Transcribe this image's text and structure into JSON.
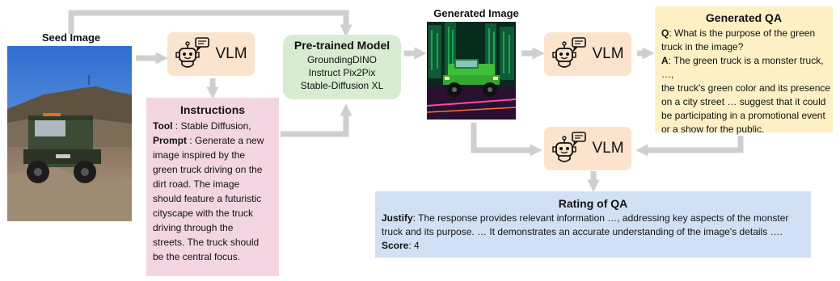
{
  "seed_image": {
    "title": "Seed Image"
  },
  "generated_image": {
    "title": "Generated Image"
  },
  "vlm": {
    "label": "VLM"
  },
  "instructions": {
    "title": "Instructions",
    "tool_key": "Tool",
    "tool_value": " : Stable Diffusion,",
    "prompt_key": "Prompt",
    "prompt_lines": [
      " : Generate a new",
      "image inspired by the",
      "green truck driving on the",
      "dirt road. The image",
      "should feature a futuristic",
      "cityscape with the truck",
      "driving through the",
      "streets. The truck should",
      "be the central focus."
    ]
  },
  "pretrained": {
    "title": "Pre-trained Model",
    "models": [
      "GroundingDINO",
      "Instruct Pix2Pix",
      "Stable-Diffusion XL"
    ]
  },
  "generated_qa": {
    "title": "Generated QA",
    "q_key": "Q",
    "q_lines": [
      ": What is the purpose of the green",
      "truck in the image?"
    ],
    "a_key": "A",
    "a_lines": [
      ": The green truck is a monster truck, …,",
      "the truck's green color and its presence",
      "on a city street … suggest that it could",
      "be participating in a promotional event",
      "or a show for the public."
    ]
  },
  "rating": {
    "title": "Rating of QA",
    "justify_key": "Justify",
    "justify_lines": [
      ": The response provides relevant information …, addressing key aspects of the monster",
      "truck and its purpose. … It demonstrates an accurate understanding of the image's details …."
    ],
    "score_key": "Score",
    "score_value": ": 4"
  },
  "colors": {
    "arrow": "#cfcfcf",
    "vlm_bg": "#fbe3cc",
    "instructions_bg": "#f3d6e2",
    "pretrained_bg": "#d7ecd0",
    "qa_bg": "#fdf0c4",
    "rating_bg": "#d2e0f6"
  }
}
